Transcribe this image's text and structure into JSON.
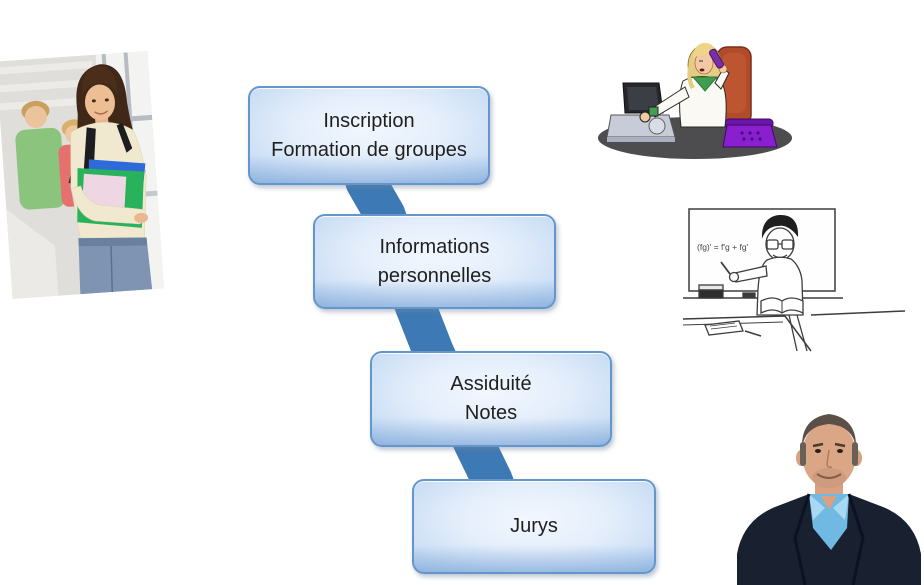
{
  "slide": {
    "background_color": "#ffffff",
    "diagram_type": "step-down-process",
    "style": {
      "band_color": "#3d7ab5",
      "box_border_color": "#6596cb",
      "box_fill_light": "#eff5fe",
      "box_fill_dark": "#b5d1ef",
      "text_color": "#1f1f1f"
    },
    "steps": [
      {
        "line1": "Inscription",
        "line2": "Formation de groupes"
      },
      {
        "line1": "Informations",
        "line2": "personnelles"
      },
      {
        "line1": "Assiduité",
        "line2": "Notes"
      },
      {
        "line1": "Jurys",
        "line2": ""
      }
    ],
    "images": {
      "student": {
        "name": "student-photo"
      },
      "secretary": {
        "name": "secretary-clipart"
      },
      "teacher": {
        "name": "teacher-cartoon",
        "board_formula": "(fg)' = f'g + fg'"
      },
      "jury": {
        "name": "jury-member-photo"
      }
    }
  }
}
